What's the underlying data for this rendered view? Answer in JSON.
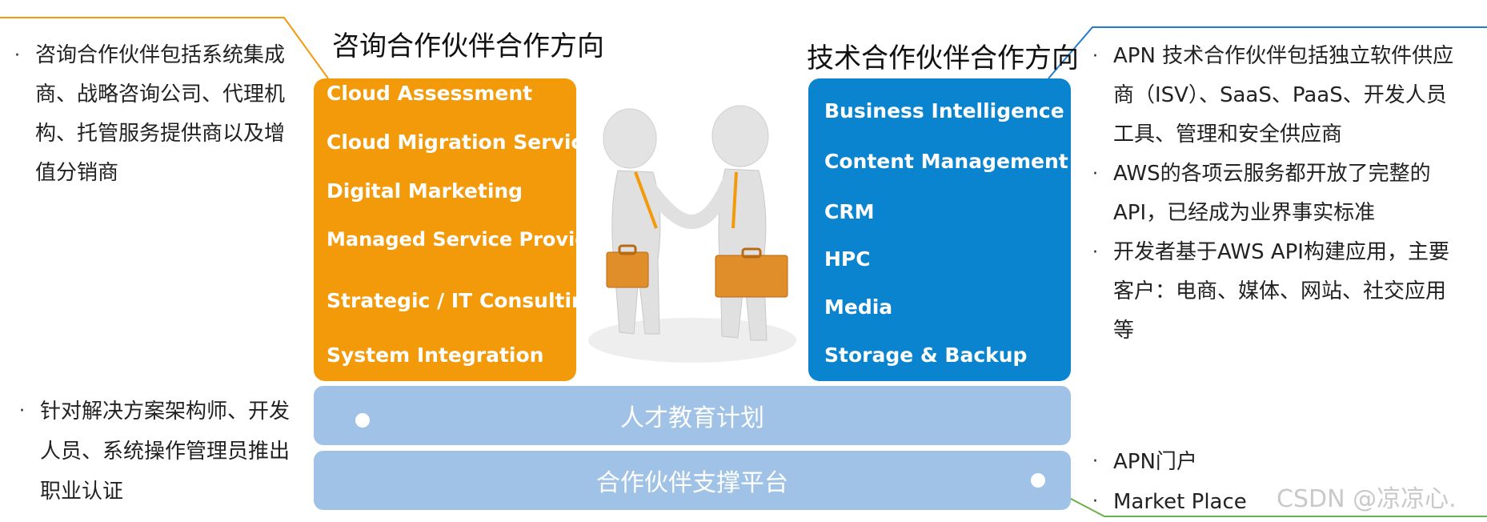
{
  "left_heading": "咨询合作伙伴合作方向",
  "right_heading": "技术合作伙伴合作方向",
  "consulting_items": [
    "Cloud Assessment",
    "Cloud Migration Services",
    "Digital Marketing",
    "Managed Service Provider",
    "Strategic / IT Consulting",
    "System Integration"
  ],
  "technology_items": [
    "Business Intelligence",
    "Content Management",
    "CRM",
    "HPC",
    "Media",
    "Storage & Backup"
  ],
  "bars": {
    "education": "人才教育计划",
    "support": "合作伙伴支撑平台"
  },
  "left_notes": {
    "consulting": {
      "bullet": "·",
      "lines": [
        "咨询合作伙伴包括系统集成",
        "商、战略咨询公司、代理机",
        "构、托管服务提供商以及增",
        "值分销商"
      ]
    },
    "certification": {
      "bullet": "·",
      "lines": [
        "针对解决方案架构师、开发",
        "人员、系统操作管理员推出",
        "职业认证"
      ]
    }
  },
  "right_notes": {
    "tech": [
      {
        "bullet": "·",
        "lines": [
          "APN 技术合作伙伴包括独立软件供应",
          "商（ISV）、SaaS、PaaS、开发人员",
          "工具、管理和安全供应商"
        ]
      },
      {
        "bullet": "·",
        "lines": [
          "AWS的各项云服务都开放了完整的",
          "API，已经成为业界事实标准"
        ]
      },
      {
        "bullet": "·",
        "lines": [
          "开发者基于AWS API构建应用，主要",
          "客户：电商、媒体、网站、社交应用",
          "等"
        ]
      }
    ],
    "portal": [
      {
        "bullet": "·",
        "lines": [
          "APN门户"
        ]
      },
      {
        "bullet": "·",
        "lines": [
          "Market Place"
        ]
      }
    ]
  },
  "watermark": "CSDN @凉凉心.",
  "colors": {
    "consulting_box": "#f39a0b",
    "technology_box": "#0a84cf",
    "bars": "#9fc2e6",
    "left_connector": "#f39a0b",
    "right_connector": "#1f7ccf",
    "bottom_connector": "#6ab04c"
  },
  "illustration": "two-figures-handshake-with-briefcases"
}
